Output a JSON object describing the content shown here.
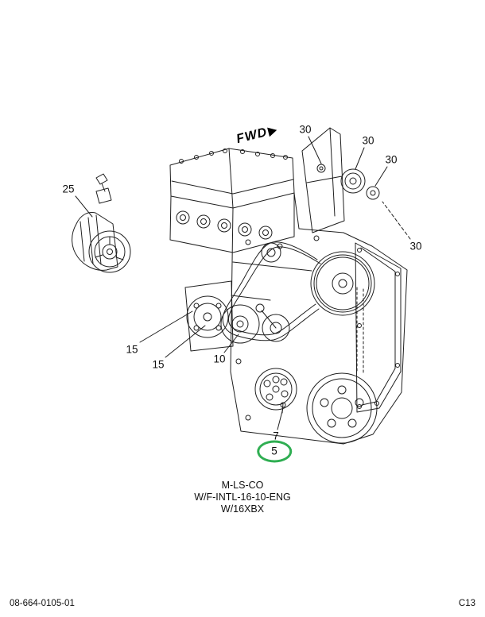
{
  "diagram": {
    "fwd_label": "FWD",
    "caption_lines": [
      "M-LS-CO",
      "W/F-INTL-16-10-ENG",
      "W/16XBX"
    ],
    "highlight_color": "#2fae52",
    "line_color": "#1f1f1f",
    "callouts": [
      {
        "label": "25",
        "highlighted": false
      },
      {
        "label": "30",
        "highlighted": false
      },
      {
        "label": "30",
        "highlighted": false
      },
      {
        "label": "30",
        "highlighted": false
      },
      {
        "label": "30",
        "highlighted": false
      },
      {
        "label": "15",
        "highlighted": false
      },
      {
        "label": "15",
        "highlighted": false
      },
      {
        "label": "10",
        "highlighted": false
      },
      {
        "label": "7",
        "highlighted": false
      },
      {
        "label": "5",
        "highlighted": true
      }
    ]
  },
  "footer": {
    "document_number": "08-664-0105-01",
    "page_code": "C13"
  }
}
